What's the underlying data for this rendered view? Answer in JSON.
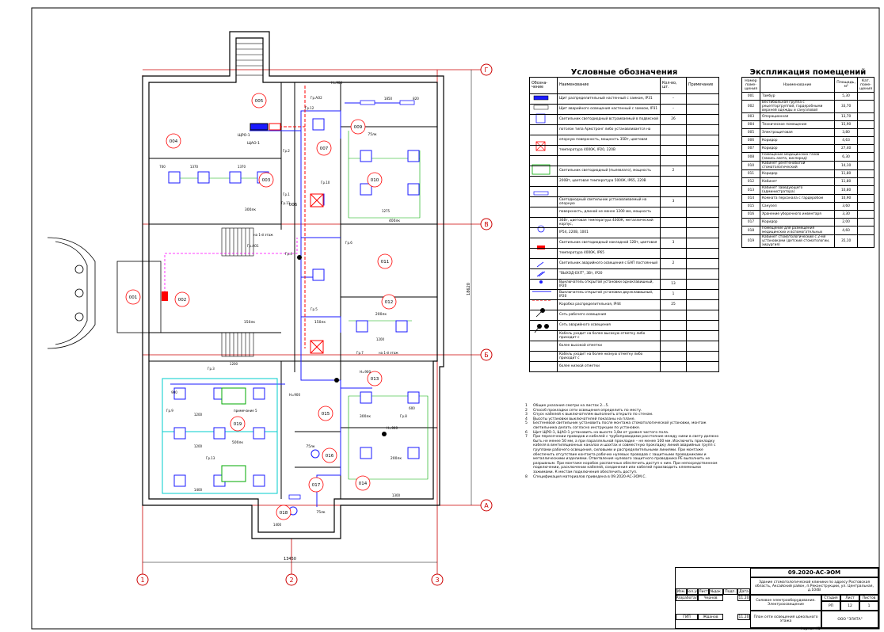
{
  "legend": {
    "title": "Условные обозначения",
    "headers": {
      "symbol": "Обозна-чение",
      "name": "Наименование",
      "qty": "Кол-во, шт.",
      "note": "Примечание"
    },
    "rows": [
      {
        "symbol": "panel-dark-icon",
        "name": "Щит распределительный настенный с замком, IP31",
        "qty": "–"
      },
      {
        "symbol": "panel-emergency-icon",
        "name": "Щит аварийного освещения настенный с замком, IP31",
        "qty": "–"
      },
      {
        "symbol": "square-luminaire-icon",
        "name": "Светильник светодиодный встраиваемый в подвесной",
        "qty": "26"
      },
      {
        "symbol": "",
        "name": "потолок типа Армстронг либо устанавливается на",
        "qty": ""
      },
      {
        "symbol": "exit-luminaire-icon",
        "name": "опорную поверхность, мощность 35Вт, цветовая",
        "qty": ""
      },
      {
        "symbol": "",
        "name": "температура 4000К, IP20, 220В",
        "qty": ""
      },
      {
        "symbol": "",
        "name": "",
        "qty": ""
      },
      {
        "symbol": "green-luminaire-icon",
        "name": "Светильник светодиодный (пылевлаго), мощность",
        "qty": "2"
      },
      {
        "symbol": "",
        "name": "200Вт, цветовая температура 5000К, IP65, 220В",
        "qty": ""
      },
      {
        "symbol": "",
        "name": "",
        "qty": ""
      },
      {
        "symbol": "linear-luminaire-icon",
        "name": "Светодиодный светильник устанавливаемый на опорную",
        "qty": "3"
      },
      {
        "symbol": "",
        "name": "поверхность, длиной не менее 1200 мм, мощность",
        "qty": ""
      },
      {
        "symbol": "",
        "name": "36Вт, цветовая температура 4000К, металлический корпус,",
        "qty": ""
      },
      {
        "symbol": "",
        "name": "IP54, 220В, 1001",
        "qty": ""
      },
      {
        "symbol": "round-luminaire-icon",
        "name": "Светильник светодиодный накладной 12Вт, цветовая",
        "qty": "3"
      },
      {
        "symbol": "",
        "name": "температура 4000К, IP65",
        "qty": ""
      },
      {
        "symbol": "emergency-luminaire-icon",
        "name": "Светильник аварийного освещения с БАП постоянный",
        "qty": "2"
      },
      {
        "symbol": "",
        "name": "\"ВЫХОД-EXIT\", 3Вт, IP20",
        "qty": ""
      },
      {
        "symbol": "switch-single-icon",
        "name": "Выключатель открытой установки одноклавишный, IP20",
        "qty": "13"
      },
      {
        "symbol": "switch-double-icon",
        "name": "Выключатель открытой установки двухклавишный, IP20",
        "qty": "1"
      },
      {
        "symbol": "junction-box-icon",
        "name": "Коробка распределительная, IP44",
        "qty": "25"
      },
      {
        "symbol": "line-blue-icon",
        "name": "Сеть рабочего освещения",
        "qty": ""
      },
      {
        "symbol": "line-red-dashed-icon",
        "name": "Сеть аварийного освещения",
        "qty": ""
      },
      {
        "symbol": "cable-up-icon",
        "name": "Кабель уходит на более высокую отметку либо приходит с",
        "qty": ""
      },
      {
        "symbol": "",
        "name": "более высокой отметки",
        "qty": ""
      },
      {
        "symbol": "cable-down-icon",
        "name": "Кабель уходит на более низкую отметку либо приходит с",
        "qty": ""
      },
      {
        "symbol": "",
        "name": "более низкой отметки",
        "qty": ""
      }
    ]
  },
  "rooms": {
    "title": "Экспликация помещений",
    "headers": {
      "num": "Номер поме-щения",
      "name": "Наименование",
      "area": "Площадь, м²",
      "cat": "Кат. поме-щения"
    },
    "rows": [
      {
        "num": "001",
        "name": "Тамбур",
        "area": "5,30"
      },
      {
        "num": "002",
        "name": "Вестибюльная группа с рецепторгруппой, гардеробными верхней одежды и санузловой",
        "area": "33,70"
      },
      {
        "num": "003",
        "name": "Операционная",
        "area": "13,70"
      },
      {
        "num": "004",
        "name": "Техническое помещение",
        "area": "15,90"
      },
      {
        "num": "005",
        "name": "Электрощитовая",
        "area": "3,80"
      },
      {
        "num": "006",
        "name": "Коридор",
        "area": "4,63"
      },
      {
        "num": "007",
        "name": "Коридор",
        "area": "27,40"
      },
      {
        "num": "008",
        "name": "Помещение медицинских газов (закись азота, кислород)",
        "area": "6,30"
      },
      {
        "num": "010",
        "name": "Кабинет рентгенобогой стоматологический",
        "area": "14,10"
      },
      {
        "num": "011",
        "name": "Коридор",
        "area": "11,80"
      },
      {
        "num": "012",
        "name": "Кабинет",
        "area": "11,80"
      },
      {
        "num": "013",
        "name": "Кабинет заведующего (администратора)",
        "area": "10,80"
      },
      {
        "num": "014",
        "name": "Комната персонала с гардеробом",
        "area": "10,90"
      },
      {
        "num": "015",
        "name": "Санузел",
        "area": "3,60"
      },
      {
        "num": "016",
        "name": "Хранение уборочного инвентаря",
        "area": "3,30"
      },
      {
        "num": "017",
        "name": "Коридор",
        "area": "2,00"
      },
      {
        "num": "018",
        "name": "Помещение для размещения медицинских и вспомогательных",
        "area": "4,60"
      },
      {
        "num": "019",
        "name": "Кабинет стоматологический с 2-мя установками (детский стоматологии, хирургия)",
        "area": "35,10"
      }
    ]
  },
  "notes": [
    {
      "n": "1",
      "text": "Общие указания смотри на листах 2...5."
    },
    {
      "n": "2",
      "text": "Способ прокладки сети освещения определить по месту."
    },
    {
      "n": "3",
      "text": "Спуск кабелей к выключателям выполнить открыто по стенам."
    },
    {
      "n": "4",
      "text": "Высоты установки выключателей показаны на плане."
    },
    {
      "n": "5",
      "text": "Бестеневой светильник установить после монтажа стоматологической установки, монтаж светильника делать согласно инструкции по установке."
    },
    {
      "n": "6",
      "text": "Щит ЩРО-1, ЩАО-1 установить на высоте 1,8м от уровня чистого пола."
    },
    {
      "n": "7",
      "text": "При пересечении проводов и кабелей с трубопроводами расстояние между ними в свету должно быть не менее 50 мм, а при параллельной прокладке – не менее 100 мм. Исключить прокладку кабеля в вентиляционных каналах и шахтах и совместную прокладку линий аварийных групп с группами рабочего освещения, силовыми и распределительными линиями. При монтаже обеспечить отсутствие контакта рабочих нулевых проводов с защитными проводниками и металлическими изделиями. Ответвления нулевого защитного проводника PE выполнить не разрывным. При монтаже коробок распаечных обеспечить доступ к ним. При непосредственном подключении, расключении кабелей, соединения или кабелей производить клеммными зажимами. К местам подключения обеспечить доступ."
    },
    {
      "n": "8",
      "text": "Спецификация материалов приведена в 09.2020-АС-ЭОМ.С."
    }
  ],
  "plan": {
    "axes_h": [
      "Г",
      "В",
      "Б",
      "А"
    ],
    "axes_v": [
      "1",
      "2",
      "3"
    ],
    "dim_total_h": "13450",
    "dim_total_v": "18620",
    "room_labels": [
      "001",
      "002",
      "003",
      "004",
      "005",
      "006",
      "007",
      "009",
      "010",
      "011",
      "012",
      "013",
      "014",
      "015",
      "016",
      "017",
      "018",
      "019"
    ],
    "illum": {
      "r003": "300лк",
      "r009": "75лк",
      "r010": "400лк",
      "r002": "150лк",
      "r007": "150лк",
      "r012": "200лк",
      "r013": "300лк",
      "r019": "500лк",
      "r016": "75лк",
      "r014": "200лк",
      "r018": "75лк"
    },
    "group_labels": [
      "Гр.АО1",
      "Гр.АО2",
      "Гр.1",
      "Гр.2",
      "Гр.3",
      "Гр.4",
      "Гр.5",
      "Гр.6",
      "Гр.7",
      "Гр.8",
      "Гр.9",
      "Гр.10",
      "Гр.11",
      "Гр.12",
      "Гр.13"
    ],
    "panel_label_1": "ЩРО-1",
    "panel_label_2": "ЩАО-1",
    "switch_height": "H=900",
    "riser_note": "на 1-й этаж",
    "armature_note": "примечание 5",
    "dims": [
      "700",
      "1370",
      "1370",
      "1850",
      "820",
      "1275",
      "1200",
      "1200",
      "1200",
      "1300",
      "1400",
      "600",
      "900",
      "1200",
      "1400"
    ]
  },
  "stamp": {
    "code": "09.2020-АС-ЭОМ",
    "object": "Здание стоматологической клиники по адресу Ростовская область, Аксайский район, п.Реконструкции, ул. Центральная, д.104В",
    "section": "Силовое электрооборудование. Электроосвещение",
    "sheet_title": "План сети освещения цокольного этажа",
    "stage_hdr": "Стадия",
    "sheet_hdr": "Лист",
    "sheets_hdr": "Листов",
    "stage": "РП",
    "sheet": "12",
    "sheets": "1",
    "company": "ООО \"ЗЛАТА\"",
    "hdr_cells": [
      "Изм.",
      "Кол.уч",
      "Лист",
      "№док.",
      "Подп.",
      "Дата"
    ],
    "role_1": "Разработал",
    "name_1": "Чернов",
    "date_1": "11.20",
    "role_2": "ГИП",
    "name_2": "Жданов",
    "date_2": "11.20",
    "format": "Формат А1"
  },
  "colors": {
    "wall": "#000000",
    "working_net": "#1a1aff",
    "emergency_net": "#ff0000",
    "axis": "#cc0000",
    "green_luminaire": "#00aa00",
    "cyan_group": "#00cccc",
    "magenta": "#ff00ff"
  }
}
